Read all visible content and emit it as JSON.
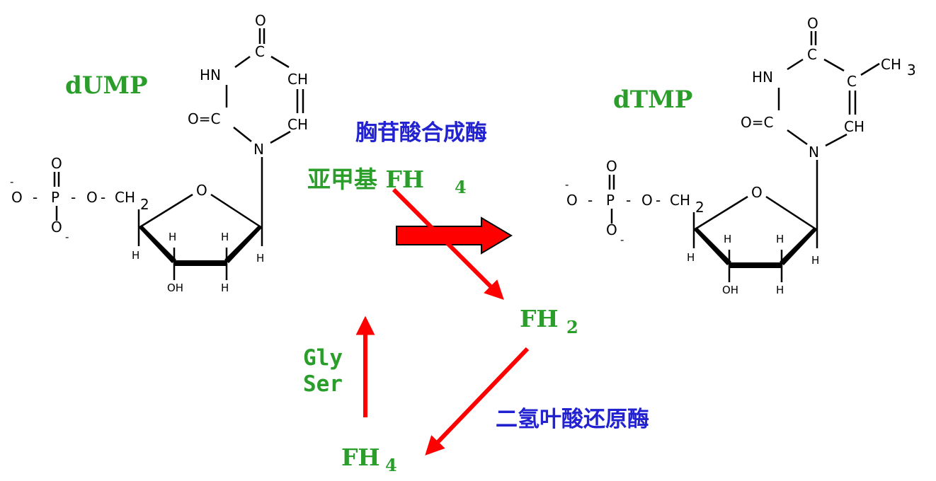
{
  "molecules": {
    "dump": {
      "name": "dUMP",
      "c5_substituent": "CH",
      "atoms": {
        "o_top": "O",
        "c_top": "C",
        "nh": "HN",
        "ch_upper": "CH",
        "ch_lower": "CH",
        "o_eq_c": "O=C",
        "n": "N",
        "phosphate_o_top": "O",
        "phosphate_p": "P",
        "phosphate_o_left": "O",
        "phosphate_o_bottom": "O",
        "ester_o": "O",
        "ch2": "CH",
        "ch2_sub": "2",
        "ring_o": "O",
        "h": "H",
        "oh": "OH",
        "minus": "-",
        "dash": "-"
      }
    },
    "dtmp": {
      "name": "dTMP",
      "methyl": "CH",
      "methyl_sub": "3",
      "atoms": {
        "o_top": "O",
        "c_top": "C",
        "nh": "HN",
        "c5": "C",
        "ch_lower": "CH",
        "o_eq_c": "O=C",
        "n": "N",
        "phosphate_o_top": "O",
        "phosphate_p": "P",
        "phosphate_o_left": "O",
        "phosphate_o_bottom": "O",
        "ester_o": "O",
        "ch2": "CH",
        "ch2_sub": "2",
        "ring_o": "O",
        "h": "H",
        "oh": "OH",
        "minus": "-",
        "dash": "-"
      }
    }
  },
  "pathway": {
    "enzyme_thymidylate_synthase": "胸苷酸合成酶",
    "methylene_fh4": "亚甲基 FH",
    "methylene_fh4_sub": "4",
    "fh2": "FH",
    "fh2_sub": "2",
    "enzyme_dhfr": "二氢叶酸还原酶",
    "fh4": "FH",
    "fh4_sub": "4",
    "gly": "Gly",
    "ser": "Ser"
  },
  "colors": {
    "arrow": "#ff0000",
    "arrow_outline": "#000000",
    "green_text": "#2a9d2a",
    "blue_text": "#2222d0",
    "structure": "#000000"
  }
}
